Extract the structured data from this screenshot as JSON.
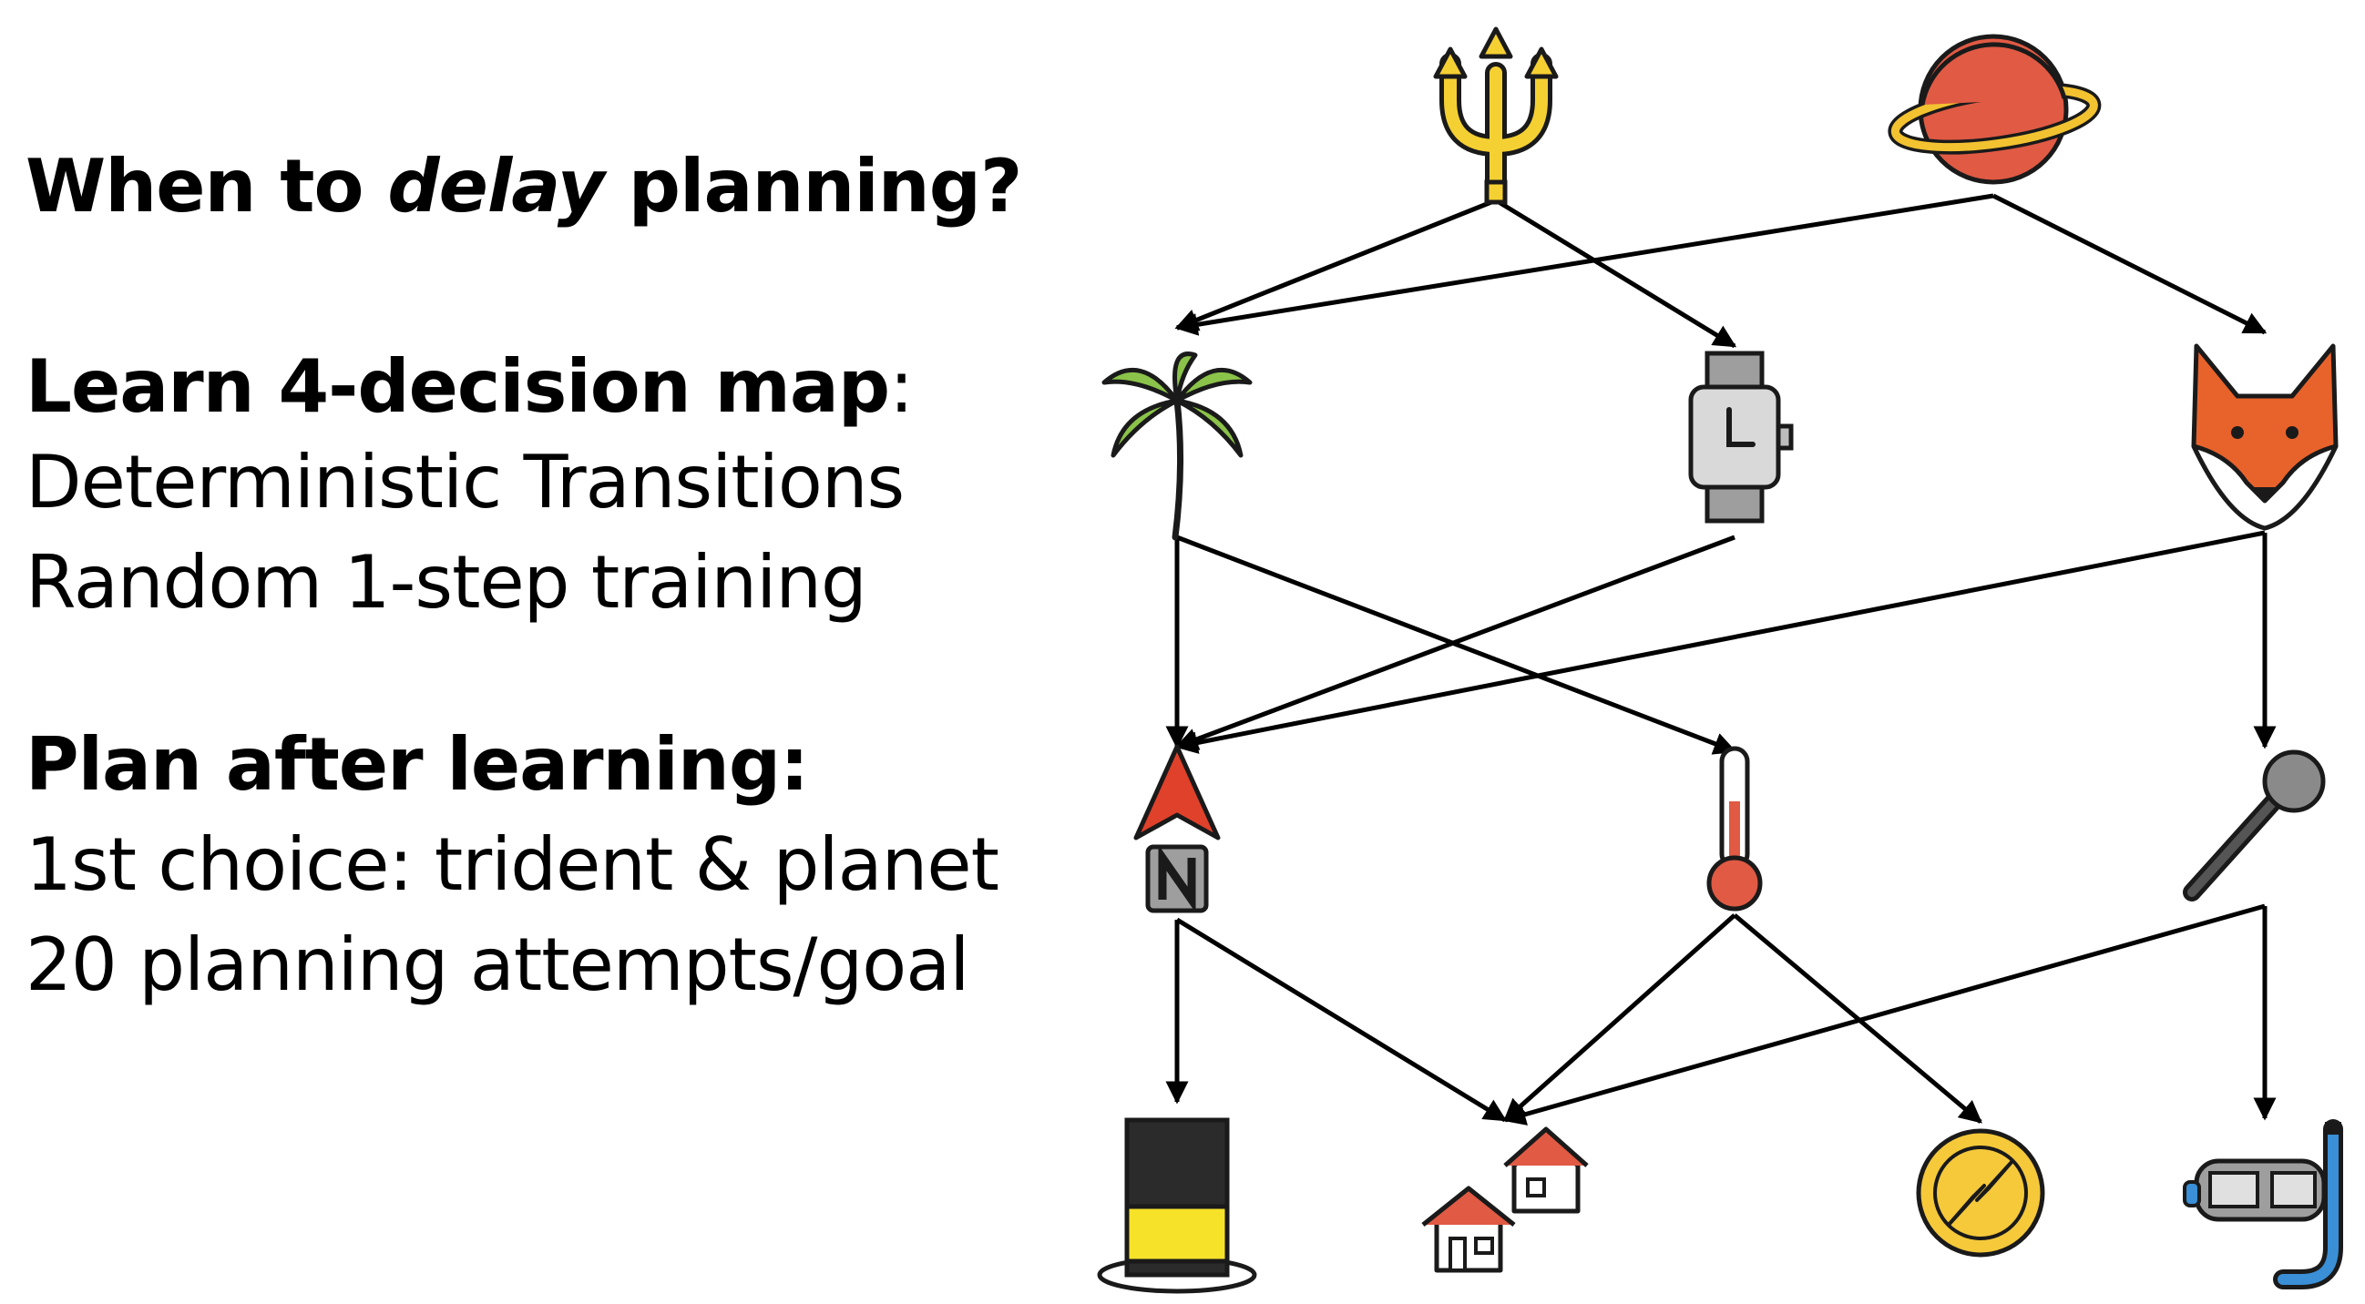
{
  "text": {
    "heading_before": "When to ",
    "heading_em": "delay",
    "heading_after": " planning?",
    "section1_title": "Learn 4-decision map",
    "section1_colon": ":",
    "section1_line1": "Deterministic Transitions",
    "section1_line2": "Random 1-step training",
    "section2_title": "Plan after learning:",
    "section2_line1": "1st choice: trident & planet",
    "section2_line2": "20 planning attempts/goal"
  },
  "diagram": {
    "levels": [
      [
        "trident",
        "planet"
      ],
      [
        "palm-tree",
        "watch",
        "fox"
      ],
      [
        "north-arrow",
        "thermometer",
        "microphone"
      ],
      [
        "top-hat",
        "houses",
        "compass",
        "snorkel-mask"
      ]
    ],
    "edges": [
      [
        "trident",
        "palm-tree"
      ],
      [
        "trident",
        "watch"
      ],
      [
        "planet",
        "palm-tree"
      ],
      [
        "planet",
        "fox"
      ],
      [
        "palm-tree",
        "north-arrow"
      ],
      [
        "palm-tree",
        "thermometer"
      ],
      [
        "watch",
        "north-arrow"
      ],
      [
        "fox",
        "north-arrow"
      ],
      [
        "fox",
        "microphone"
      ],
      [
        "north-arrow",
        "top-hat"
      ],
      [
        "north-arrow",
        "houses"
      ],
      [
        "thermometer",
        "houses"
      ],
      [
        "thermometer",
        "compass"
      ],
      [
        "microphone",
        "houses"
      ],
      [
        "microphone",
        "snorkel-mask"
      ]
    ],
    "colors": {
      "trident": "#f5d033",
      "planet": "#e05a44",
      "planet_ring": "#f2c230",
      "palm_leaves": "#8bc34a",
      "fox": "#e8632b",
      "thermometer": "#e05a44",
      "north_arrow": "#e0412b",
      "hat_band": "#f7e22a",
      "house_roof": "#e05a44",
      "compass": "#f5c93a",
      "snorkel": "#3a8fd6",
      "outline": "#1a1a1a"
    }
  }
}
